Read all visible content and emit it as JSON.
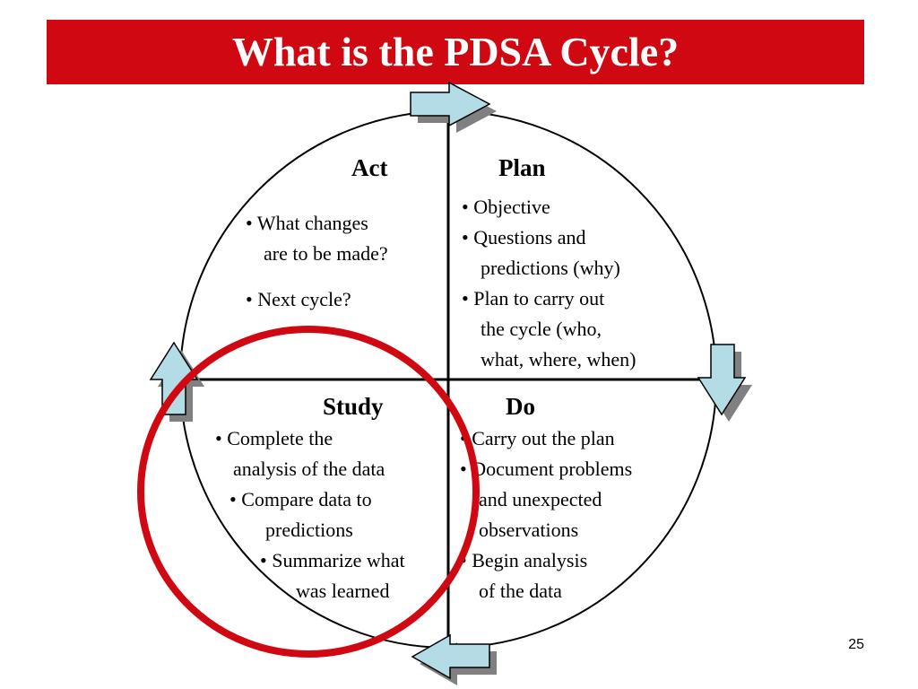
{
  "title": "What is the PDSA Cycle?",
  "quadrants": {
    "act": {
      "heading": "Act",
      "lines": [
        "• What changes",
        "are to be made?",
        "• Next cycle?"
      ]
    },
    "plan": {
      "heading": "Plan",
      "lines": [
        "• Objective",
        "• Questions and",
        "predictions (why)",
        "• Plan to carry out",
        "the cycle (who,",
        "what, where, when)"
      ]
    },
    "study": {
      "heading": "Study",
      "lines": [
        "• Complete the",
        "analysis of the data",
        "• Compare data to",
        "predictions",
        "• Summarize what",
        "was learned"
      ]
    },
    "do": {
      "heading": "Do",
      "lines": [
        "• Carry out the plan",
        "• Document problems",
        "and unexpected",
        "observations",
        "• Begin analysis",
        "of the data"
      ]
    }
  },
  "page_number": "25",
  "colors": {
    "title_bar": "#d00812",
    "arrow_fill": "#b4dce6",
    "arrow_shadow": "#808080",
    "highlight_circle": "#d00812"
  },
  "icons": [
    "arrow-right-icon",
    "arrow-down-icon",
    "arrow-left-icon",
    "arrow-up-icon"
  ]
}
